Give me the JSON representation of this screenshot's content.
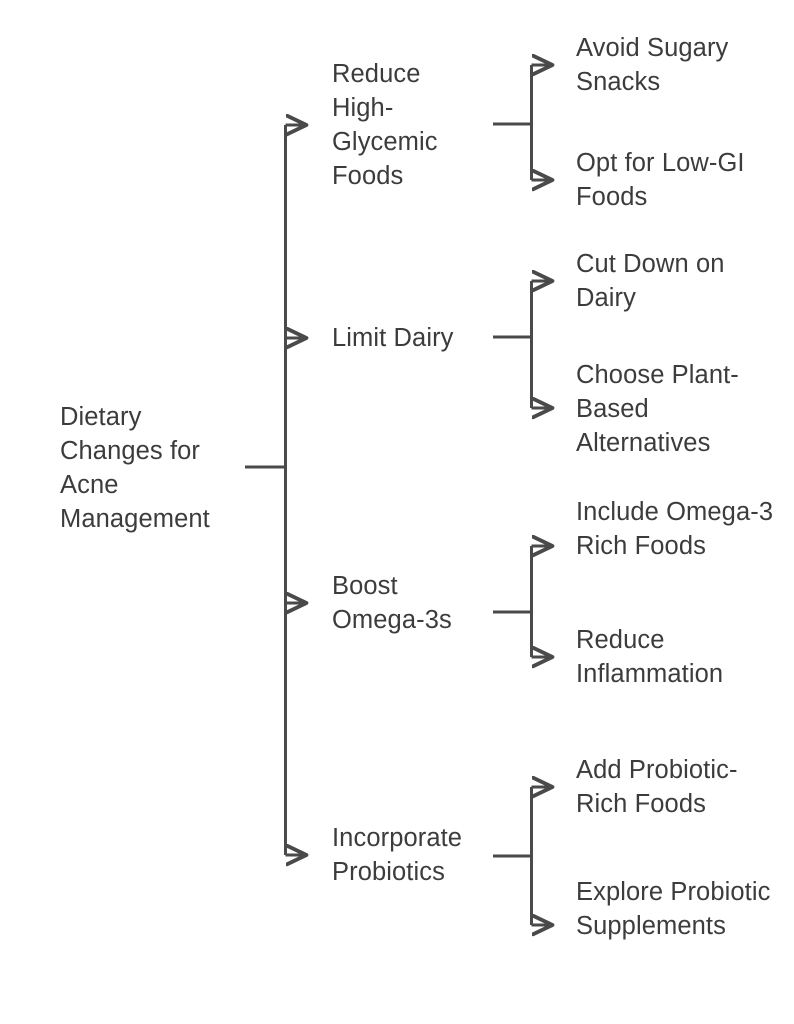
{
  "diagram": {
    "type": "tree-mindmap",
    "title": "Dietary Changes for Acne Management",
    "orientation": "left-to-right",
    "colors": {
      "background": "#ffffff",
      "text": "#3c3c3c",
      "connector": "#4a4a4a"
    },
    "root": {
      "label": "Dietary Changes for Acne Management"
    },
    "branches": [
      {
        "label": "Reduce High-Glycemic Foods",
        "leaves": [
          {
            "label": "Avoid Sugary Snacks"
          },
          {
            "label": "Opt for Low-GI Foods"
          }
        ]
      },
      {
        "label": "Limit Dairy",
        "leaves": [
          {
            "label": "Cut Down on Dairy"
          },
          {
            "label": "Choose Plant-Based Alternatives"
          }
        ]
      },
      {
        "label": "Boost Omega-3s",
        "leaves": [
          {
            "label": "Include Omega-3 Rich Foods"
          },
          {
            "label": "Reduce Inflammation"
          }
        ]
      },
      {
        "label": "Incorporate Probiotics",
        "leaves": [
          {
            "label": "Add Probiotic-Rich Foods"
          },
          {
            "label": "Explore Probiotic Supplements"
          }
        ]
      }
    ]
  }
}
